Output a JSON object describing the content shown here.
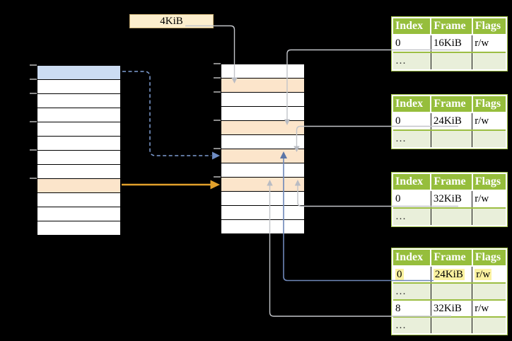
{
  "labels": {
    "frame_size": "4KiB"
  },
  "virtual_memory": {
    "description": "left column of 4KiB pages",
    "rows": [
      "blue",
      "white",
      "white",
      "white",
      "white",
      "white",
      "white",
      "white",
      "orange",
      "white",
      "white",
      "white"
    ]
  },
  "physical_memory": {
    "description": "right column of 4KiB frames",
    "rows": [
      "white",
      "orange",
      "white",
      "white",
      "orange",
      "white",
      "orange",
      "white",
      "orange",
      "white",
      "white",
      "white"
    ]
  },
  "tables": [
    {
      "headers": [
        "Index",
        "Frame",
        "Flags"
      ],
      "rows": [
        [
          "0",
          "16KiB",
          "r/w"
        ],
        [
          "…",
          "",
          ""
        ]
      ]
    },
    {
      "headers": [
        "Index",
        "Frame",
        "Flags"
      ],
      "rows": [
        [
          "0",
          "24KiB",
          "r/w"
        ],
        [
          "…",
          "",
          ""
        ]
      ]
    },
    {
      "headers": [
        "Index",
        "Frame",
        "Flags"
      ],
      "rows": [
        [
          "0",
          "32KiB",
          "r/w"
        ],
        [
          "…",
          "",
          ""
        ]
      ]
    },
    {
      "headers": [
        "Index",
        "Frame",
        "Flags"
      ],
      "rows": [
        [
          "0",
          "24KiB",
          "r/w"
        ],
        [
          "…",
          "",
          ""
        ],
        [
          "8",
          "32KiB",
          "r/w"
        ],
        [
          "…",
          "",
          ""
        ]
      ],
      "highlighted_row": 0
    }
  ],
  "connections": [
    {
      "from": "size-label-4KiB",
      "to": "physical-frame-4KiB",
      "style": "gray"
    },
    {
      "from": "table-1-row-0-frame-16KiB",
      "to": "physical-frame-16KiB",
      "style": "gray"
    },
    {
      "from": "table-2-row-0-frame-24KiB",
      "to": "physical-frame-24KiB",
      "style": "gray"
    },
    {
      "from": "table-3-row-0-frame-32KiB",
      "to": "physical-frame-32KiB",
      "style": "gray"
    },
    {
      "from": "table-4-row-0-frame-24KiB",
      "to": "physical-frame-24KiB",
      "style": "blue-solid"
    },
    {
      "from": "table-4-row-8-frame-32KiB",
      "to": "physical-frame-32KiB",
      "style": "gray"
    },
    {
      "from": "virtual-page-blue",
      "to": "physical-frame-24KiB",
      "style": "blue-dashed"
    },
    {
      "from": "virtual-page-orange",
      "to": "physical-frame-32KiB",
      "style": "orange-solid"
    }
  ],
  "colors": {
    "table_header_green": "#96BE3C",
    "table_border_green": "#9CBE43",
    "table_alt_row_green": "#E9EFDA",
    "cell_orange": "#FCE5CB",
    "cell_blue": "#CCDCF2",
    "label_box_fill": "#FCEECD",
    "highlight_yellow": "#FBF2A0",
    "arrow_gray": "#C2C4C9",
    "arrow_blue_solid": "#6E87B8",
    "arrow_blue_dashed": "#7F9DD2",
    "arrow_orange": "#E2A12B"
  }
}
